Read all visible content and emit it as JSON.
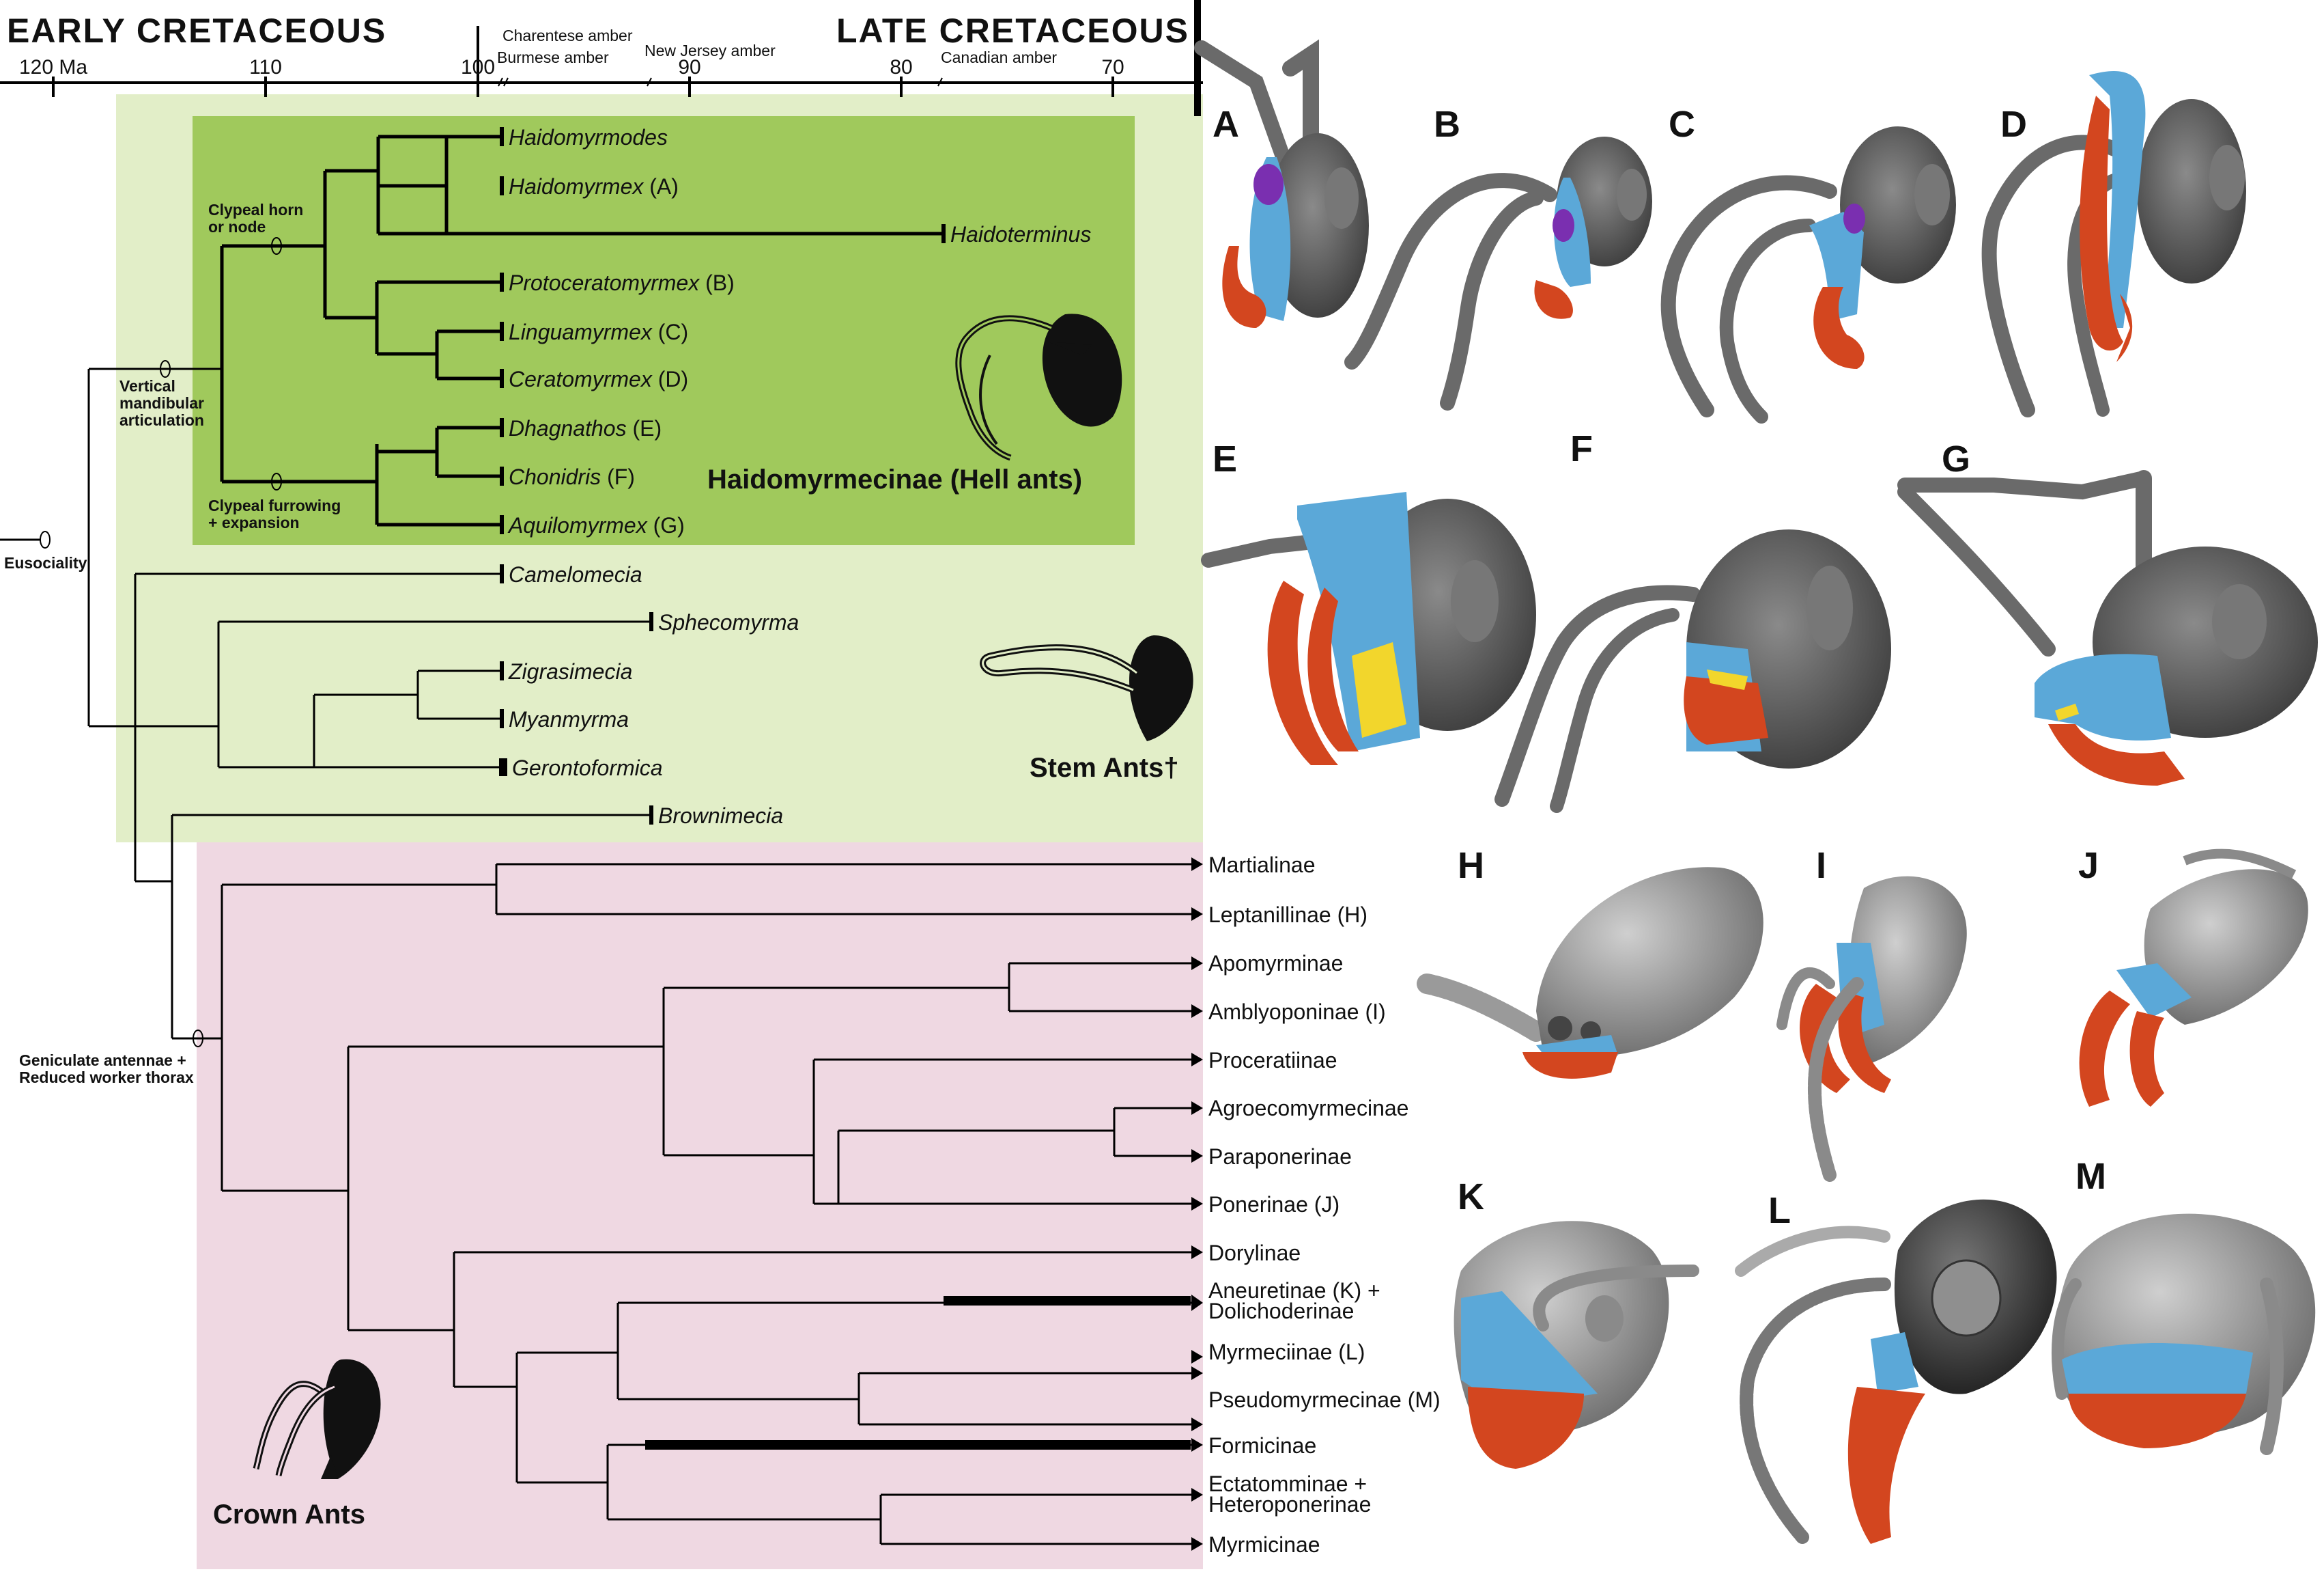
{
  "timescale": {
    "early_label": "EARLY CRETACEOUS",
    "late_label": "LATE CRETACEOUS",
    "ticks": [
      "120 Ma",
      "110",
      "100",
      "90",
      "80",
      "70"
    ],
    "ambers": {
      "charentese": "Charentese amber",
      "burmese": "Burmese amber",
      "newjersey": "New Jersey amber",
      "canadian": "Canadian amber"
    }
  },
  "hell_ants": {
    "title": "Haidomyrmecinae (Hell ants)",
    "taxa": {
      "haidomyrmodes": "Haidomyrmodes",
      "haidomyrmex": "Haidomyrmex",
      "haidomyrmex_ref": " (A)",
      "haidoterminus": "Haidoterminus",
      "protoceratomyrmex": "Protoceratomyrmex",
      "protoceratomyrmex_ref": " (B)",
      "linguamyrmex": "Linguamyrmex",
      "linguamyrmex_ref": " (C)",
      "ceratomyrmex": "Ceratomyrmex",
      "ceratomyrmex_ref": " (D)",
      "dhagnathos": "Dhagnathos",
      "dhagnathos_ref": " (E)",
      "chonidris": "Chonidris",
      "chonidris_ref": " (F)",
      "aquilomyrmex": "Aquilomyrmex",
      "aquilomyrmex_ref": " (G)"
    }
  },
  "stem_ants": {
    "title": "Stem Ants†",
    "taxa": {
      "camelomecia": "Camelomecia",
      "sphecomyrma": "Sphecomyrma",
      "zigrasimecia": "Zigrasimecia",
      "myanmyrma": "Myanmyrma",
      "gerontoformica": "Gerontoformica",
      "brownimecia": "Brownimecia"
    }
  },
  "crown_ants": {
    "title": "Crown Ants",
    "taxa": {
      "martialinae": "Martialinae",
      "leptanillinae": "Leptanillinae (H)",
      "apomyrminae": "Apomyrminae",
      "amblyoponinae": "Amblyoponinae (I)",
      "proceratiinae": "Proceratiinae",
      "agroecomyrmecinae": "Agroecomyrmecinae",
      "paraponerinae": "Paraponerinae",
      "ponerinae": "Ponerinae (J)",
      "dorylinae": "Dorylinae",
      "aneuretinae_1": "Aneuretinae (K) +",
      "aneuretinae_2": "Dolichoderinae",
      "myrmeciinae": "Myrmeciinae (L)",
      "pseudomyrmecinae": "Pseudomyrmecinae (M)",
      "formicinae": "Formicinae",
      "ectatomminae_1": "Ectatomminae +",
      "ectatomminae_2": "Heteroponerinae",
      "myrmicinae": "Myrmicinae"
    }
  },
  "characters": {
    "eusociality": "Eusociality",
    "vertical_1": "Vertical",
    "vertical_2": "mandibular",
    "vertical_3": "articulation",
    "clypeal_horn_1": "Clypeal horn",
    "clypeal_horn_2": "or node",
    "clypeal_furrow_1": "Clypeal furrowing",
    "clypeal_furrow_2": "+ expansion",
    "geniculate_1": "Geniculate antennae +",
    "geniculate_2": "Reduced worker thorax"
  },
  "panels": [
    "A",
    "B",
    "C",
    "D",
    "E",
    "F",
    "G",
    "H",
    "I",
    "J",
    "K",
    "L",
    "M"
  ],
  "colors": {
    "stem_bg": "#e2eec8",
    "hell_bg": "#a0c95c",
    "crown_bg": "#efd8e2",
    "mandible": "#d3461f",
    "clypeus": "#5ba8d8",
    "labrum": "#7a2fb0",
    "tongue": "#f2d62c",
    "head": "#6e6e6e"
  }
}
